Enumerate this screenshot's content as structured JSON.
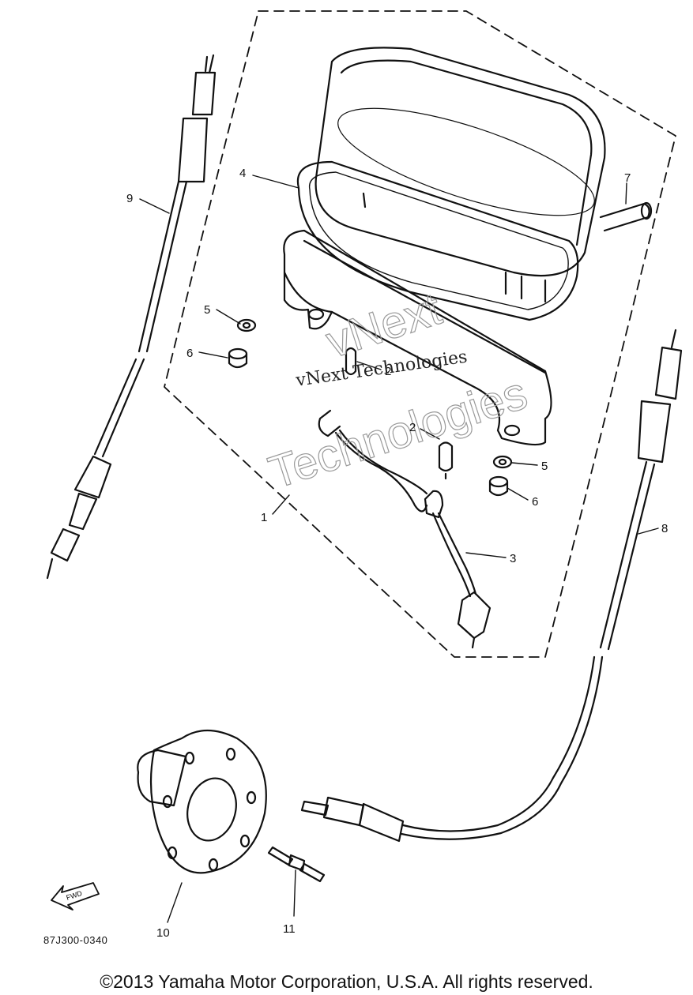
{
  "callouts": {
    "c1": "1",
    "c2a": "2",
    "c2b": "2",
    "c3": "3",
    "c4": "4",
    "c5a": "5",
    "c5b": "5",
    "c6a": "6",
    "c6b": "6",
    "c7": "7",
    "c8": "8",
    "c9": "9",
    "c10": "10",
    "c11": "11"
  },
  "fwd_label": "FWD",
  "ref_code": "87J300-0340",
  "watermark": {
    "outline_word1": "vNext",
    "outline_word2": "Technologies",
    "text": "vNext Technologies"
  },
  "copyright": "©2013 Yamaha Motor Corporation, U.S.A. All rights reserved."
}
